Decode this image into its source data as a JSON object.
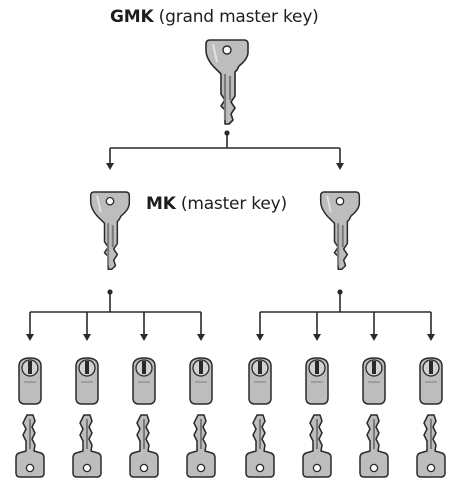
{
  "diagram": {
    "grand_master": {
      "abbr": "GMK",
      "desc": "(grand master key)"
    },
    "master": {
      "abbr": "MK",
      "desc": "(master key)"
    },
    "master_key_count": 2,
    "locks_per_master": 4,
    "colors": {
      "key_fill": "#bdbdbd",
      "key_shadow": "#8a8a8a",
      "outline": "#2a2a2a",
      "line": "#2a2a2a"
    },
    "icons": {
      "grand_master_key": "key-icon",
      "master_key": "key-icon",
      "lock": "lock-cylinder-icon",
      "change_key": "key-icon"
    }
  }
}
